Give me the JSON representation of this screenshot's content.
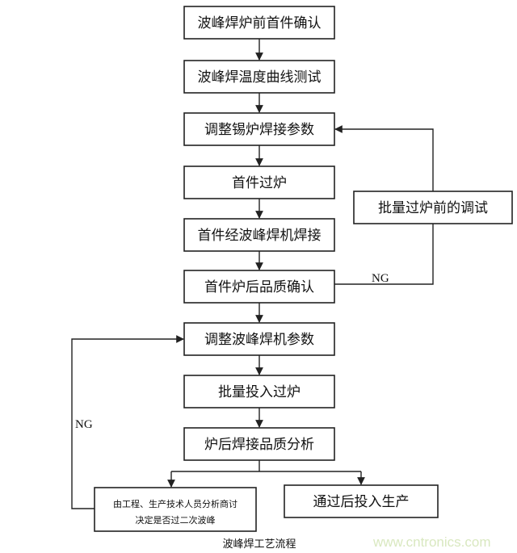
{
  "flowchart": {
    "steps": [
      "波峰焊炉前首件确认",
      "波峰焊温度曲线测试",
      "调整锡炉焊接参数",
      "首件过炉",
      "首件经波峰焊机焊接",
      "首件炉后品质确认",
      "调整波峰焊机参数",
      "批量投入过炉",
      "炉后焊接品质分析"
    ],
    "side_step": "批量过炉前的调试",
    "fail_line1": "由工程、生产技术人员分析商讨",
    "fail_line2": "决定是否过二次波峰",
    "pass_step": "通过后投入生产",
    "ng_label_top": "NG",
    "ng_label_left": "NG"
  },
  "caption": "波峰焊工艺流程",
  "watermark": "www.cntronics.com"
}
